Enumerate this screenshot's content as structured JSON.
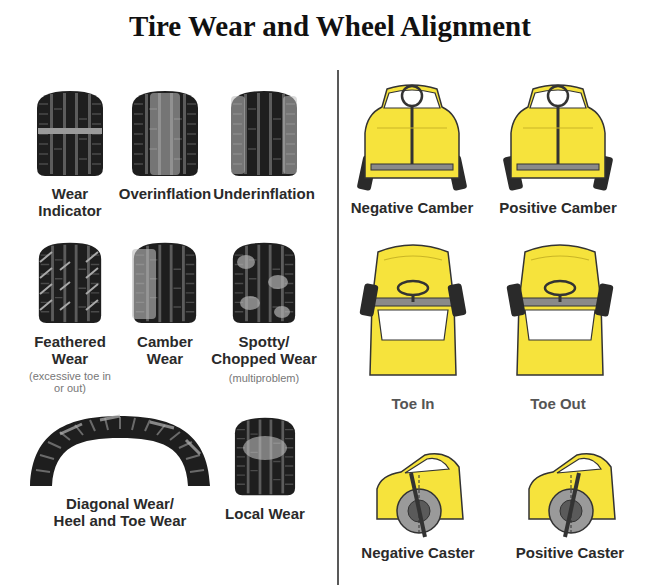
{
  "diagram": {
    "title": "Tire Wear and Wheel Alignment",
    "labels": [
      "Wear Indicator",
      "Overinflation",
      "Underinflation",
      "Negative Camber",
      "Positive Camber",
      "Feathered Wear",
      "(excessive toe in or out)",
      "Camber Wear",
      "Spotty/ Chopped Wear",
      "(multiproblem)",
      "Toe In",
      "Toe Out",
      "Diagonal Wear/ Heel and Toe Wear",
      "Local Wear",
      "Negative Caster",
      "Positive Caster"
    ]
  }
}
